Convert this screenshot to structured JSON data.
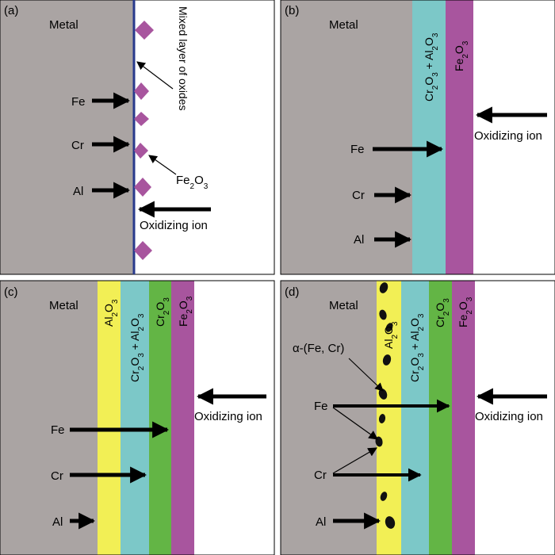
{
  "colors": {
    "metal": "#aaa4a3",
    "boundary": "#283a8c",
    "fe2o3": "#a8559e",
    "cr2o3_al2o3": "#7cc8c8",
    "al2o3": "#f2ef55",
    "cr2o3": "#63b545",
    "particle": "#111111"
  },
  "panels": {
    "a": {
      "label": "(a)",
      "metal": "Metal",
      "mixed_layer": "Mixed layer of oxides",
      "fe": "Fe",
      "cr": "Cr",
      "al": "Al",
      "fe2o3": [
        "Fe",
        "2",
        "O",
        "3"
      ],
      "oxidizing": "Oxidizing ion"
    },
    "b": {
      "label": "(b)",
      "metal": "Metal",
      "layer_cr_al": [
        "Cr",
        "2",
        "O",
        "3",
        " + Al",
        "2",
        "O",
        "3"
      ],
      "layer_fe": [
        "Fe",
        "2",
        "O",
        "3"
      ],
      "fe": "Fe",
      "cr": "Cr",
      "al": "Al",
      "oxidizing": "Oxidizing ion"
    },
    "c": {
      "label": "(c)",
      "metal": "Metal",
      "layer_al": [
        "Al",
        "2",
        "O",
        "3"
      ],
      "layer_cr_al": [
        "Cr",
        "2",
        "O",
        "3",
        " + Al",
        "2",
        "O",
        "3"
      ],
      "layer_cr": [
        "Cr",
        "2",
        "O",
        "3"
      ],
      "layer_fe": [
        "Fe",
        "2",
        "O",
        "3"
      ],
      "fe": "Fe",
      "cr": "Cr",
      "al": "Al",
      "oxidizing": "Oxidizing ion"
    },
    "d": {
      "label": "(d)",
      "metal": "Metal",
      "alpha": "α-(Fe, Cr)",
      "layer_al": [
        "Al",
        "2",
        "O",
        "3"
      ],
      "layer_cr_al": [
        "Cr",
        "2",
        "O",
        "3",
        " + Al",
        "2",
        "O",
        "3"
      ],
      "layer_cr": [
        "Cr",
        "2",
        "O",
        "3"
      ],
      "layer_fe": [
        "Fe",
        "2",
        "O",
        "3"
      ],
      "fe": "Fe",
      "cr": "Cr",
      "al": "Al",
      "oxidizing": "Oxidizing ion"
    }
  }
}
